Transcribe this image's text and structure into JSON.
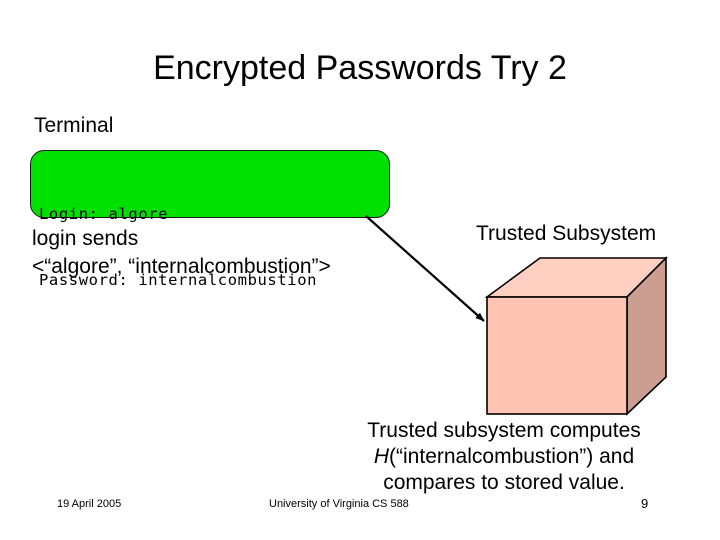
{
  "slide": {
    "title": "Encrypted Passwords Try 2",
    "terminal_label": "Terminal",
    "terminal": {
      "line1": "Login: algore",
      "line2": "Password: internalcombustion",
      "background_color": "#00e000",
      "text_color": "#000000"
    },
    "login_sends": {
      "line1": "login sends",
      "line2": "<“algore”, “internalcombustion”>"
    },
    "subsystem_label": "Trusted Subsystem",
    "cube": {
      "front_color": "#ffc4b2",
      "top_color": "#ffcfc2",
      "side_color": "#cc9e92",
      "edge_color": "#000000"
    },
    "arrow": {
      "color": "#000000",
      "from_label": "terminal-box",
      "to_label": "trusted-subsystem-cube"
    },
    "explanation": {
      "line1": "Trusted subsystem computes",
      "line2_prefix": "H",
      "line2_rest": "(“internalcombustion”) and",
      "line3": "compares to stored value."
    },
    "footer": {
      "date": "19 April 2005",
      "course": "University of Virginia CS 588",
      "page_number": "9"
    }
  }
}
